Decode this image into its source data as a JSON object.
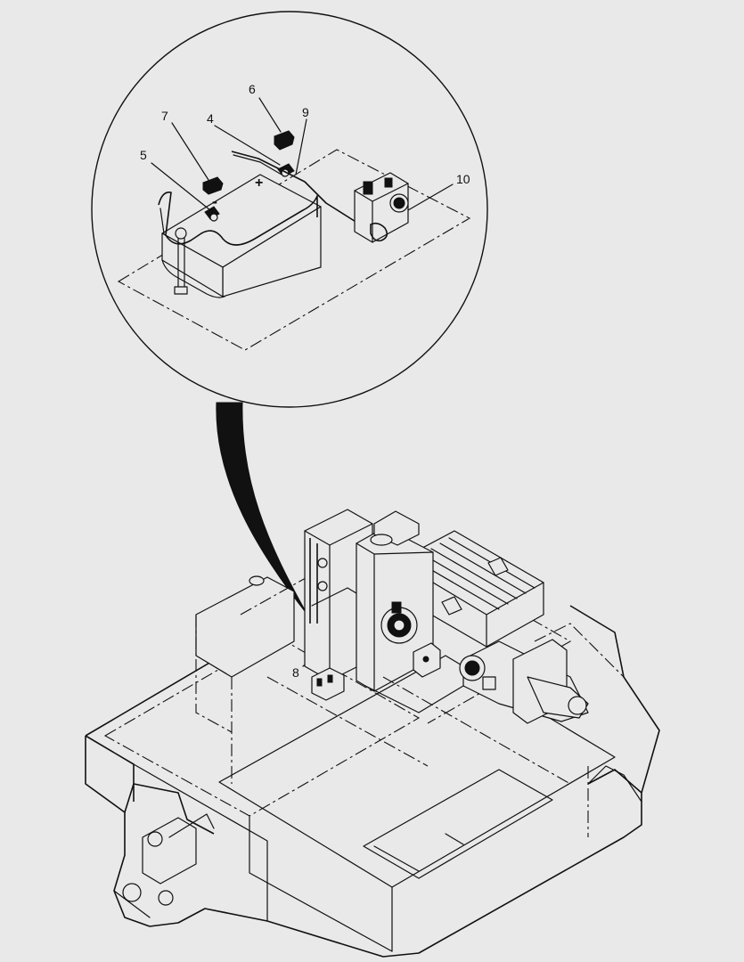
{
  "callouts": {
    "c4": "4",
    "c5": "5",
    "c6": "6",
    "c7": "7",
    "c8": "8",
    "c9": "9",
    "c10": "10"
  },
  "battery_symbols": {
    "positive": "+",
    "negative": "-"
  },
  "colors": {
    "background": "#e9e9e9",
    "line": "#111111"
  }
}
